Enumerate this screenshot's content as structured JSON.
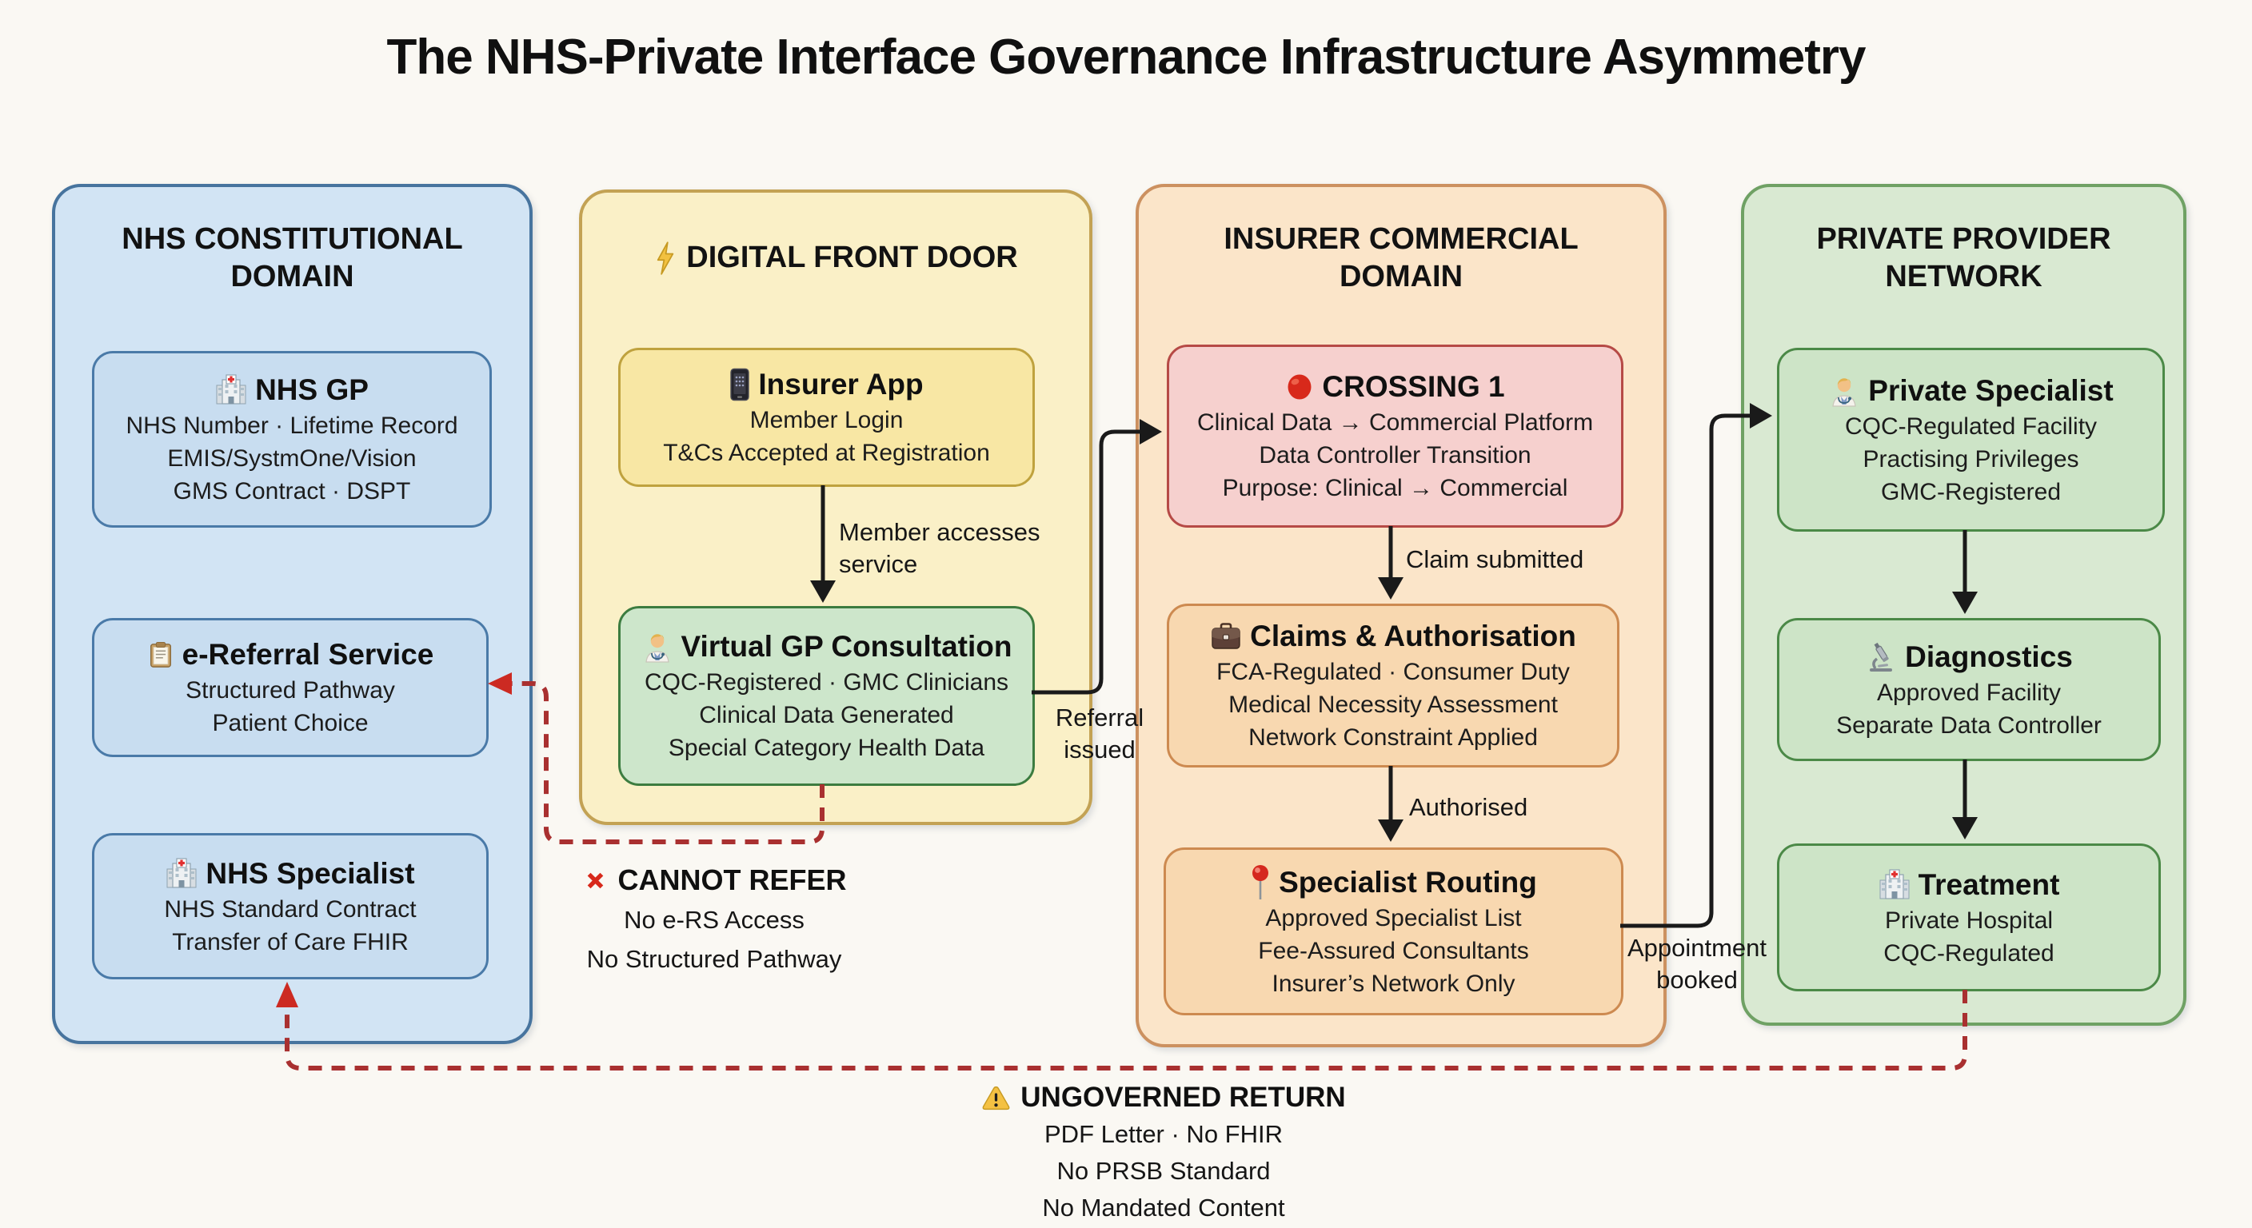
{
  "title": "The NHS-Private Interface Governance Infrastructure Asymmetry",
  "columns": {
    "nhs": {
      "header": [
        "NHS CONSTITUTIONAL",
        "DOMAIN"
      ],
      "boxes": {
        "gp": {
          "icon": "hospital-icon",
          "title": "NHS GP",
          "lines": [
            "NHS Number · Lifetime Record",
            "EMIS/SystmOne/Vision",
            "GMS Contract · DSPT"
          ]
        },
        "ers": {
          "icon": "clipboard-icon",
          "title": "e-Referral Service",
          "lines": [
            "Structured Pathway",
            "Patient Choice"
          ]
        },
        "specialist": {
          "icon": "hospital-icon",
          "title": "NHS Specialist",
          "lines": [
            "NHS Standard Contract",
            "Transfer of Care FHIR"
          ]
        }
      }
    },
    "digital": {
      "header_icon": "lightning-icon",
      "header": [
        "DIGITAL FRONT DOOR"
      ],
      "boxes": {
        "app": {
          "icon": "smartphone-icon",
          "title": "Insurer App",
          "lines": [
            "Member Login",
            "T&Cs Accepted at Registration"
          ]
        },
        "virtual_gp": {
          "icon": "doctor-icon",
          "title": "Virtual GP Consultation",
          "lines": [
            "CQC-Registered · GMC Clinicians",
            "Clinical Data Generated",
            "Special Category Health Data"
          ]
        }
      }
    },
    "insurer": {
      "header": [
        "INSURER COMMERCIAL",
        "DOMAIN"
      ],
      "boxes": {
        "crossing1": {
          "icon": "red-circle-icon",
          "title": "CROSSING 1",
          "lines": [
            "Clinical Data → Commercial Platform",
            "Data Controller Transition",
            "Purpose: Clinical → Commercial"
          ]
        },
        "claims": {
          "icon": "briefcase-icon",
          "title": "Claims & Authorisation",
          "lines": [
            "FCA-Regulated · Consumer Duty",
            "Medical Necessity Assessment",
            "Network Constraint Applied"
          ]
        },
        "routing": {
          "icon": "pushpin-icon",
          "title": "Specialist Routing",
          "lines": [
            "Approved Specialist List",
            "Fee-Assured Consultants",
            "Insurer’s Network Only"
          ]
        }
      }
    },
    "private": {
      "header": [
        "PRIVATE PROVIDER",
        "NETWORK"
      ],
      "boxes": {
        "specialist": {
          "icon": "doctor-icon",
          "title": "Private Specialist",
          "lines": [
            "CQC-Regulated Facility",
            "Practising Privileges",
            "GMC-Registered"
          ]
        },
        "diagnostics": {
          "icon": "microscope-icon",
          "title": "Diagnostics",
          "lines": [
            "Approved Facility",
            "Separate Data Controller"
          ]
        },
        "treatment": {
          "icon": "hospital-icon",
          "title": "Treatment",
          "lines": [
            "Private Hospital",
            "CQC-Regulated"
          ]
        }
      }
    }
  },
  "flow_labels": {
    "member_access": [
      "Member accesses",
      "service"
    ],
    "referral": [
      "Referral",
      "issued"
    ],
    "claim": "Claim submitted",
    "authorised": "Authorised",
    "appointment": [
      "Appointment",
      "booked"
    ]
  },
  "callouts": {
    "cannot_refer": {
      "icon": "cross-mark-icon",
      "title": "CANNOT REFER",
      "lines": [
        "No e-RS Access",
        "No Structured Pathway"
      ]
    },
    "ungoverned_return": {
      "icon": "warning-icon",
      "title": "UNGOVERNED RETURN",
      "lines": [
        "PDF Letter · No FHIR",
        "No PRSB Standard",
        "No Mandated Content"
      ]
    }
  },
  "colors": {
    "background": "#faf8f3",
    "nhs_fill": "#d2e4f4",
    "nhs_border": "#47749e",
    "nhs_box_fill": "#c8ddf0",
    "nhs_box_border": "#4a7aa8",
    "digital_fill": "#faf0c7",
    "digital_border": "#c3a254",
    "app_box_fill": "#f8e7a4",
    "app_box_border": "#bfa23e",
    "clinical_green_fill": "#cde6cb",
    "clinical_green_border": "#3c7c40",
    "insurer_fill": "#fbe5c9",
    "insurer_border": "#cc9160",
    "insurer_box_fill": "#f8d8b0",
    "insurer_box_border": "#cd8a50",
    "crossing_fill": "#f6d0ce",
    "crossing_border": "#b64a46",
    "private_fill": "#d9e9d2",
    "private_border": "#6fa164",
    "private_box_fill": "#cde4c7",
    "private_box_border": "#4b8947",
    "arrow_black": "#1a1a1a",
    "dashed_red": "#a93030",
    "arrowhead_red": "#cc2a22"
  }
}
